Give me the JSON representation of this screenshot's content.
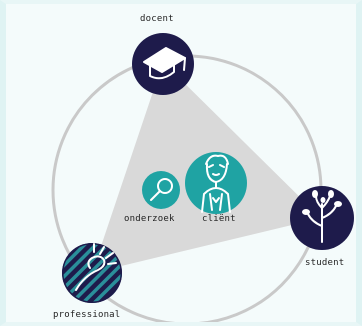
{
  "diagram": {
    "nodes": {
      "docent": {
        "label": "docent",
        "icon": "graduation-cap-icon"
      },
      "student": {
        "label": "student",
        "icon": "sprout-icon"
      },
      "professional": {
        "label": "professional",
        "icon": "lightbulb-icon"
      },
      "onderzoek": {
        "label": "onderzoek",
        "icon": "magnifier-icon"
      },
      "client": {
        "label": "cliënt",
        "icon": "person-icon"
      }
    },
    "colors": {
      "navy": "#1e1b4b",
      "teal": "#1fa3a3",
      "ring": "#c8c8c8",
      "triangle": "#dcdcdc",
      "stripe": "#2a8f9a"
    }
  }
}
